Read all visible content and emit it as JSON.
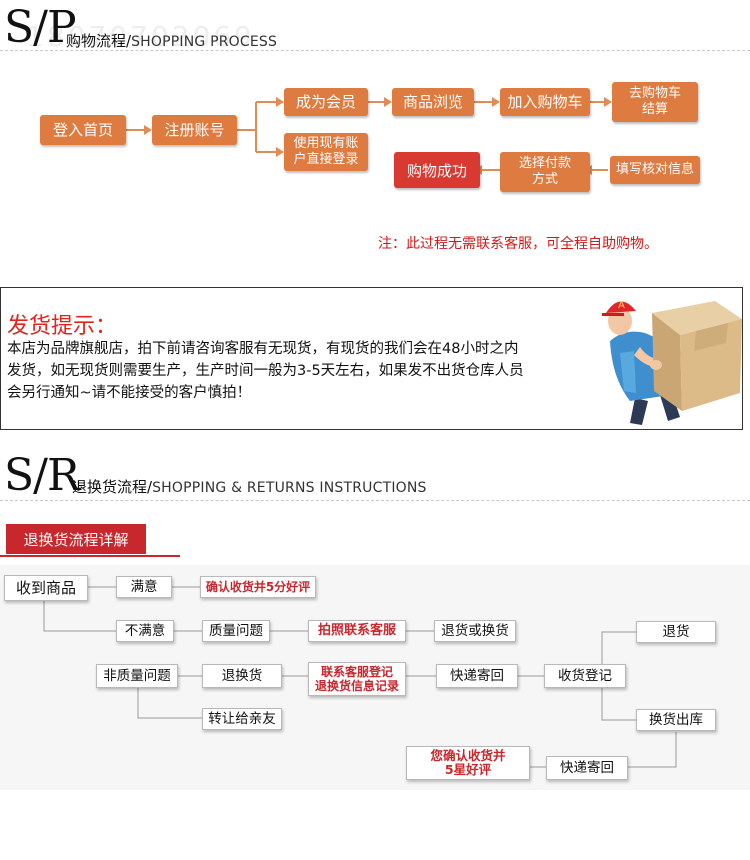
{
  "section1": {
    "letters": "S/P",
    "title_cn": "购物流程",
    "title_en": "SHOPPING PROCESS",
    "watermark": "18070702069"
  },
  "process": {
    "login_home": "登入首页",
    "register": "注册账号",
    "become_member": "成为会员",
    "use_existing_line1": "使用现有账",
    "use_existing_line2": "户直接登录",
    "browse": "商品浏览",
    "add_cart": "加入购物车",
    "checkout_line1": "去购物车",
    "checkout_line2": "结算",
    "fill_info": "填写核对信息",
    "choose_pay_line1": "选择付款",
    "choose_pay_line2": "方式",
    "success": "购物成功",
    "note": "注：此过程无需联系客服，可全程自助购物。",
    "accent": "#dd7b41",
    "success_color": "#d83a32"
  },
  "notice": {
    "title": "发货提示：",
    "line1": "本店为品牌旗舰店，拍下前请咨询客服有无现货，有现货的我们会在48小时之内",
    "line2": "发货，如无现货则需要生产，生产时间一般为3-5天左右，如果发不出货仓库人员",
    "line3": "会另行通知~请不能接受的客户慎拍！",
    "cap_letter": "A",
    "title_color": "#e2241f"
  },
  "section2": {
    "letters": "S/R",
    "title_cn": "退换货流程",
    "title_en": "SHOPPING & RETURNS INSTRUCTIONS"
  },
  "returns": {
    "tag": "退换货流程详解",
    "receive": "收到商品",
    "satisfied": "满意",
    "confirm_review": "确认收货并5分好评",
    "unsatisfied": "不满意",
    "quality_issue": "质量问题",
    "call_service": "拍照联系客服",
    "return_or_exchange": "退货或换货",
    "refund": "退货",
    "non_quality": "非质量问题",
    "exchange_return": "退换货",
    "contact_line1": "联系客服登记",
    "contact_line2": "退换货信息记录",
    "express_back": "快递寄回",
    "receive_register": "收货登记",
    "transfer": "转让给亲友",
    "exchange_out": "换货出库",
    "express_back2": "快递寄回",
    "final_line1": "您确认收货并",
    "final_line2": "5星好评",
    "tag_color": "#c8282d"
  }
}
